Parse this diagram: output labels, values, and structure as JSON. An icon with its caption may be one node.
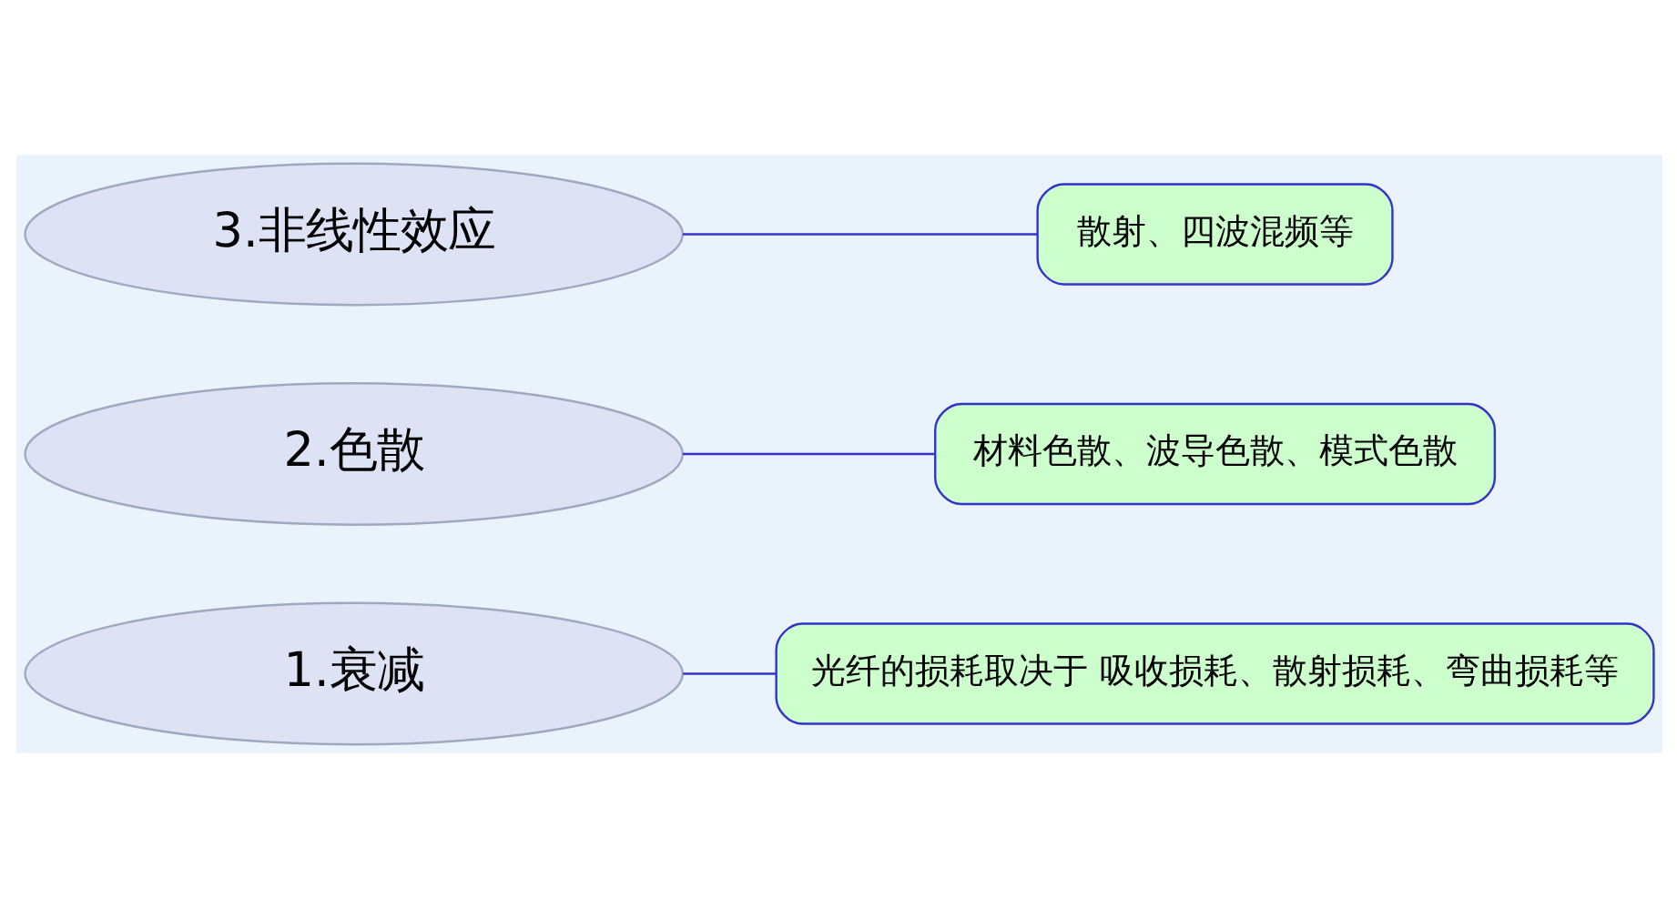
{
  "diagram": {
    "nodes": [
      {
        "text": [
          "1.衰减"
        ]
      },
      {
        "text": [
          "光纤的损耗取决于 吸收损耗、散射损耗、弯曲损耗等"
        ]
      },
      {
        "text": [
          "2.色散"
        ]
      },
      {
        "text": [
          "材料色散、波导色散、模式色散"
        ]
      },
      {
        "text": [
          "3.非线性效应"
        ]
      },
      {
        "text": [
          "散射、四波混频等"
        ]
      }
    ],
    "edges": [
      {
        "from": 1,
        "to": 0,
        "arrow": "none"
      },
      {
        "from": 3,
        "to": 2,
        "arrow": "none"
      },
      {
        "from": 5,
        "to": 4,
        "arrow": "none"
      }
    ]
  }
}
